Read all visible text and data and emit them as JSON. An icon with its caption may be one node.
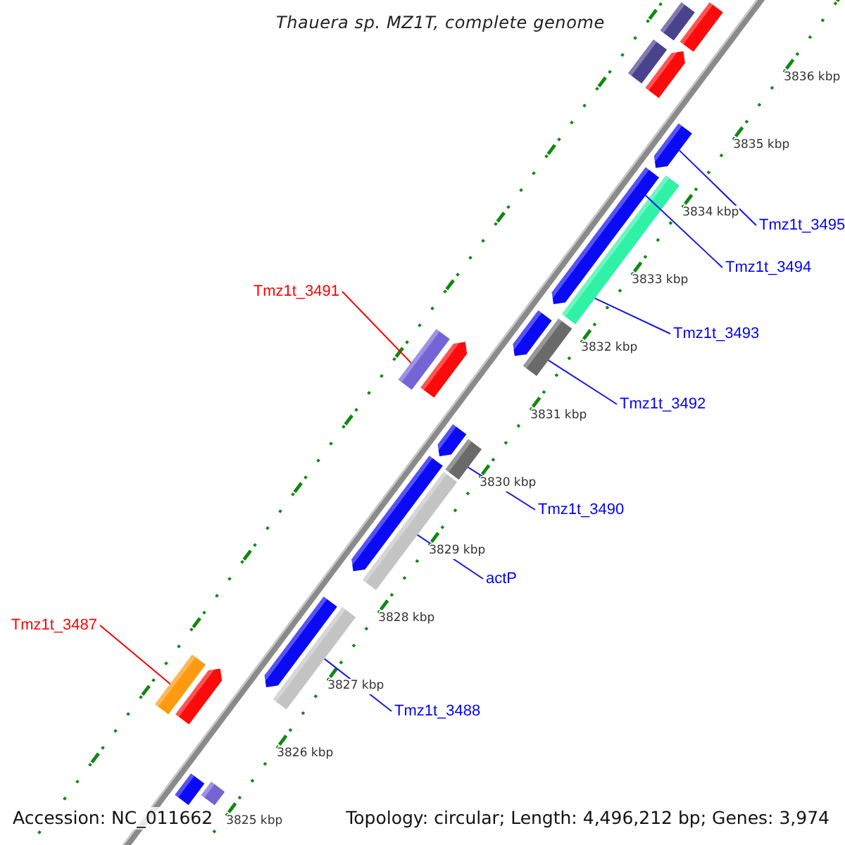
{
  "diagram": {
    "title": "Thauera sp. MZ1T, complete genome",
    "nodes": [
      {
        "text": [
          "Tmz1t_3495"
        ]
      },
      {
        "text": [
          "Tmz1t_3494"
        ]
      },
      {
        "text": [
          "Tmz1t_3491"
        ]
      },
      {
        "text": [
          "Tmz1t_3493"
        ]
      },
      {
        "text": [
          "Tmz1t_3492"
        ]
      },
      {
        "text": [
          "Tmz1t_3490"
        ]
      },
      {
        "text": [
          "actP"
        ]
      },
      {
        "text": [
          "Tmz1t_3487"
        ]
      },
      {
        "text": [
          "Tmz1t_3488"
        ]
      },
      {
        "text": [],
        "shape": "bar"
      },
      {
        "text": [],
        "shape": "bar"
      },
      {
        "text": [],
        "shape": "bar"
      },
      {
        "text": [],
        "shape": "bar"
      },
      {
        "text": [],
        "shape": "bar"
      },
      {
        "text": [],
        "shape": "bar"
      },
      {
        "text": [],
        "shape": "bar"
      },
      {
        "text": [],
        "shape": "bar"
      },
      {
        "text": [],
        "shape": "bar"
      },
      {
        "text": [],
        "shape": "bar"
      },
      {
        "text": [],
        "shape": "bar"
      },
      {
        "text": [],
        "shape": "bar"
      },
      {
        "text": [],
        "shape": "bar"
      },
      {
        "text": [],
        "shape": "bar"
      },
      {
        "text": [],
        "shape": "bar"
      },
      {
        "text": [],
        "shape": "bar"
      },
      {
        "text": [],
        "shape": "bar"
      },
      {
        "text": [],
        "shape": "bar"
      },
      {
        "text": [],
        "shape": "bar"
      },
      {
        "text": [],
        "shape": "bar"
      },
      {
        "text": [],
        "shape": "bar"
      }
    ],
    "edges": [
      {
        "from": 0,
        "to": 9,
        "arrow": "none"
      },
      {
        "from": 1,
        "to": 10,
        "arrow": "none"
      },
      {
        "from": 2,
        "to": 11,
        "arrow": "none",
        "color": "#ff0000"
      },
      {
        "from": 3,
        "to": 12,
        "arrow": "none"
      },
      {
        "from": 4,
        "to": 13,
        "arrow": "none"
      },
      {
        "from": 5,
        "to": 14,
        "arrow": "none"
      },
      {
        "from": 6,
        "to": 15,
        "arrow": "none"
      },
      {
        "from": 7,
        "to": 16,
        "arrow": "none",
        "color": "#ff0000"
      },
      {
        "from": 8,
        "to": 17,
        "arrow": "none"
      }
    ],
    "labels": [
      "3836 kbp",
      "3835 kbp",
      "3834 kbp",
      "3833 kbp",
      "3832 kbp",
      "3831 kbp",
      "3830 kbp",
      "3829 kbp",
      "3828 kbp",
      "3827 kbp",
      "3826 kbp",
      "3825 kbp",
      "Accession: NC_011662",
      "Topology: circular; Length: 4,496,212 bp; Genes: 3,974"
    ]
  }
}
